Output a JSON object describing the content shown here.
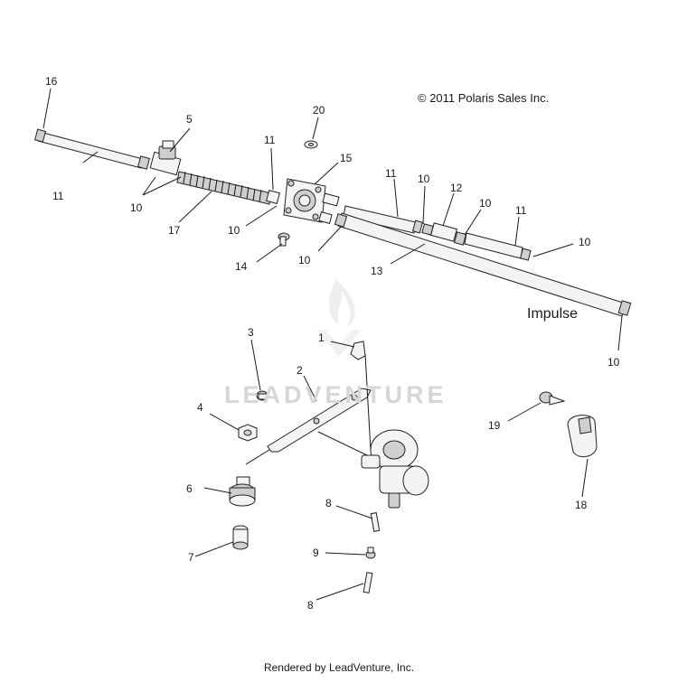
{
  "copyright": "© 2011 Polaris Sales Inc.",
  "variant_label": "Impulse",
  "watermark": "LEADVENTURE",
  "footer": "Rendered by LeadVenture, Inc.",
  "callouts": [
    "16",
    "5",
    "20",
    "11",
    "15",
    "11",
    "10",
    "17",
    "10",
    "14",
    "11",
    "10",
    "12",
    "10",
    "11",
    "10",
    "10",
    "13",
    "10",
    "1",
    "3",
    "2",
    "4",
    "6",
    "19",
    "18",
    "8",
    "9",
    "8",
    "7"
  ]
}
